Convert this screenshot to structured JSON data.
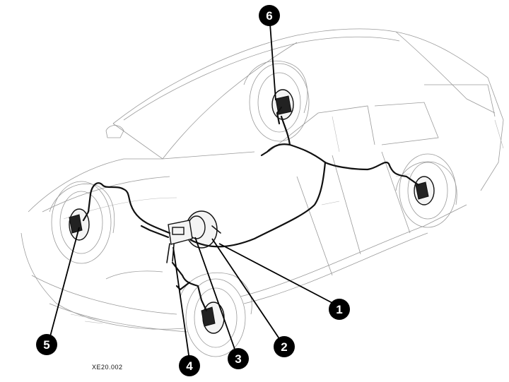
{
  "callouts": [
    {
      "id": "1",
      "label": "1"
    },
    {
      "id": "2",
      "label": "2"
    },
    {
      "id": "3",
      "label": "3"
    },
    {
      "id": "4",
      "label": "4"
    },
    {
      "id": "5",
      "label": "5"
    },
    {
      "id": "6",
      "label": "6"
    }
  ],
  "reference_code": "XE20.002"
}
